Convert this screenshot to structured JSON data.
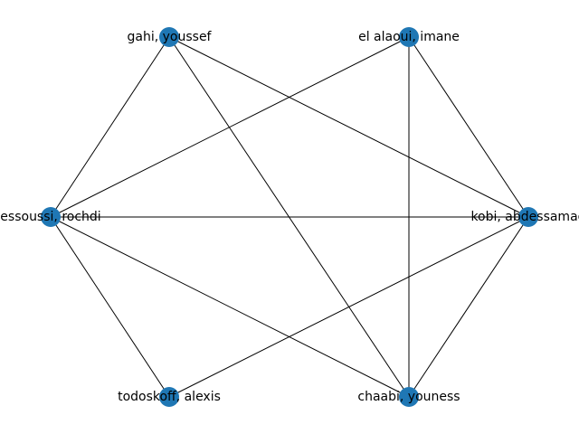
{
  "graph": {
    "node_color": "#1f77b4",
    "edge_color": "#000000",
    "nodes": [
      {
        "id": "gahi",
        "label": "gahi, youssef"
      },
      {
        "id": "elalaoui",
        "label": "el alaoui, imane"
      },
      {
        "id": "essoussi",
        "label": "essoussi, rochdi"
      },
      {
        "id": "kobi",
        "label": "kobi, abdessamad"
      },
      {
        "id": "todoskoff",
        "label": "todoskoff, alexis"
      },
      {
        "id": "chaabi",
        "label": "chaabi, youness"
      }
    ],
    "edges": [
      [
        "gahi",
        "essoussi"
      ],
      [
        "gahi",
        "kobi"
      ],
      [
        "gahi",
        "chaabi"
      ],
      [
        "elalaoui",
        "essoussi"
      ],
      [
        "elalaoui",
        "kobi"
      ],
      [
        "elalaoui",
        "chaabi"
      ],
      [
        "essoussi",
        "kobi"
      ],
      [
        "essoussi",
        "todoskoff"
      ],
      [
        "essoussi",
        "chaabi"
      ],
      [
        "kobi",
        "todoskoff"
      ],
      [
        "kobi",
        "chaabi"
      ]
    ]
  }
}
